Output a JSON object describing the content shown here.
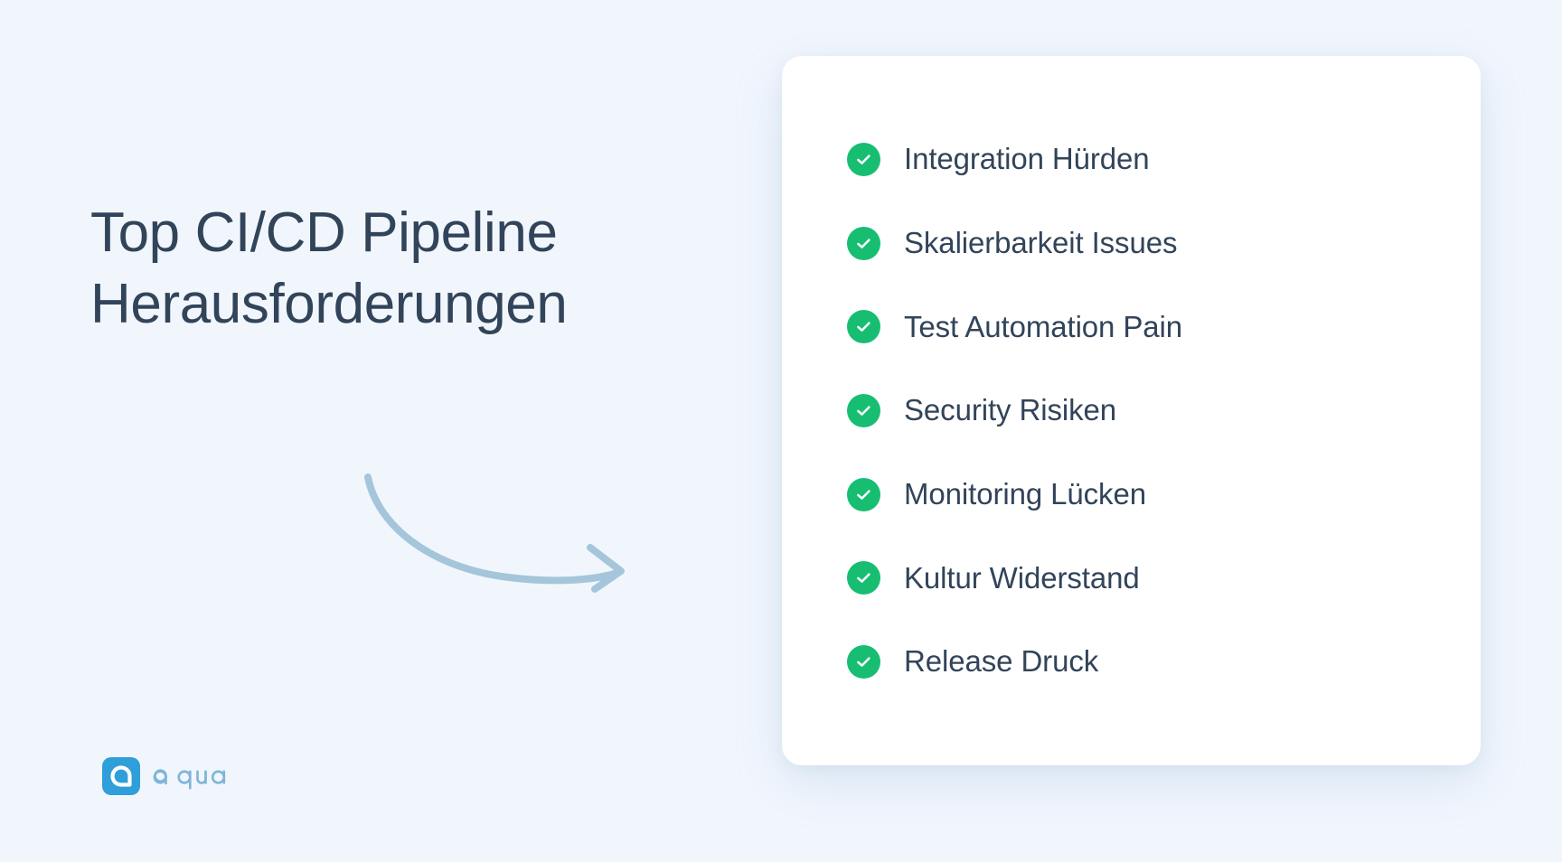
{
  "background_color": "#f1f6fd",
  "headline": {
    "line1": "Top CI/CD Pipeline",
    "line2": "Herausforderungen",
    "color": "#32445a"
  },
  "arrow": {
    "icon": "curved-arrow-icon",
    "color": "#a5c6da"
  },
  "card": {
    "background_color": "#ffffff",
    "check_color": "#17be72",
    "items": [
      {
        "icon": "check-circle-icon",
        "label": "Integration Hürden"
      },
      {
        "icon": "check-circle-icon",
        "label": "Skalierbarkeit Issues"
      },
      {
        "icon": "check-circle-icon",
        "label": "Test Automation Pain"
      },
      {
        "icon": "check-circle-icon",
        "label": "Security Risiken"
      },
      {
        "icon": "check-circle-icon",
        "label": "Monitoring Lücken"
      },
      {
        "icon": "check-circle-icon",
        "label": "Kultur Widerstand"
      },
      {
        "icon": "check-circle-icon",
        "label": "Release Druck"
      }
    ]
  },
  "logo": {
    "mark_icon": "aqua-logo-mark-icon",
    "wordmark": "aqua",
    "mark_color": "#2e9fd8",
    "word_color": "#7fb5d8"
  }
}
